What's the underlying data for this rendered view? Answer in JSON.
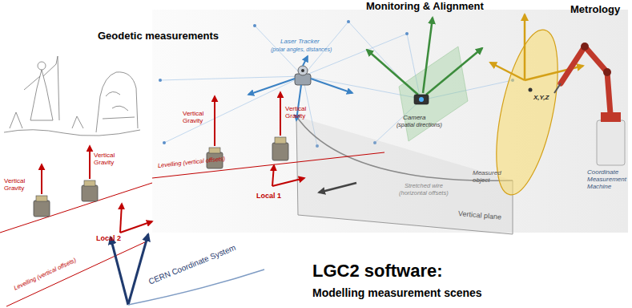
{
  "diagram": {
    "title": "LGC2 software:",
    "caption": "Modelling measurement scenes",
    "labels": [
      "Monitoring & Alignment",
      "Metrology",
      "Geodetic measurements",
      "Laser Tracker",
      "(polar angles, distances)",
      "X,Y,Z",
      "Vertical Gravity",
      "Vertical Gravity",
      "Camera",
      "(spatial directions)",
      "Vertical Gravity",
      "Levelling (vertical offsets)",
      "Local 1",
      "Vertical Gravity",
      "Measured object",
      "Coordinate Measurement Machine",
      "Stretched wire",
      "(horizontal offsets)",
      "Local 2",
      "Vertical plane",
      "Levelling (vertical offsets)",
      "CERN Coordinate System"
    ]
  }
}
